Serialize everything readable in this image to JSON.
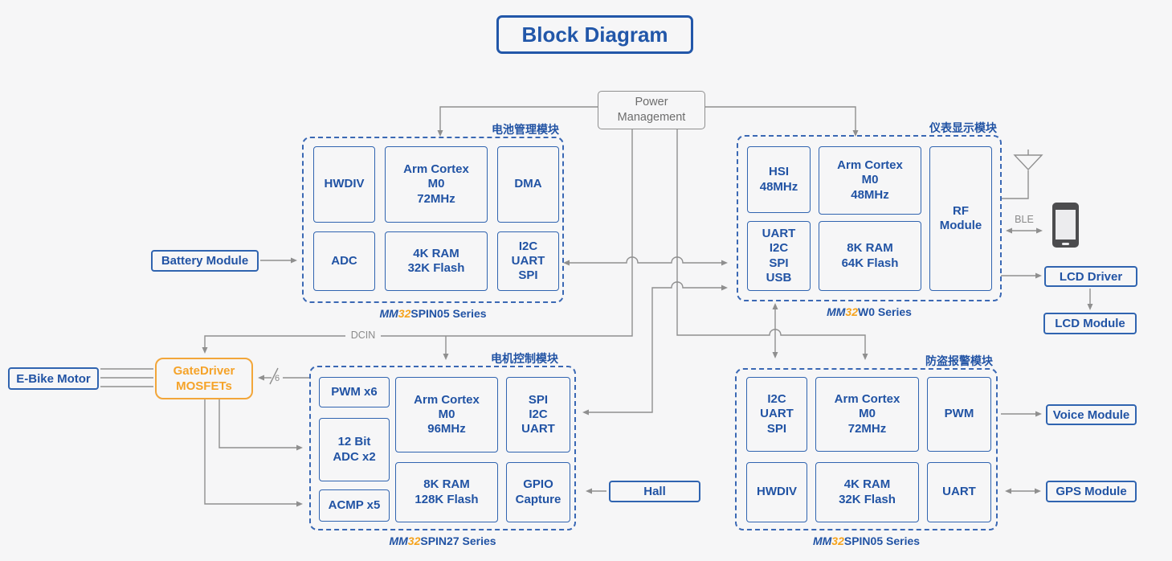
{
  "title": "Block Diagram",
  "power": {
    "label": "Power\nManagement"
  },
  "net_labels": {
    "dcin": "DCIN",
    "ble": "BLE",
    "bus_width": "6"
  },
  "modules": {
    "battery_mgmt": {
      "tag": "电池管理模块",
      "series": {
        "mm": "MM",
        "num": "32",
        "rest": "SPIN05 Series"
      },
      "cells": {
        "hwdiv": "HWDIV",
        "cortex": "Arm Cortex\nM0\n72MHz",
        "dma": "DMA",
        "adc": "ADC",
        "memory": "4K RAM\n32K Flash",
        "comms": "I2C\nUART\nSPI"
      }
    },
    "display": {
      "tag": "仪表显示模块",
      "series": {
        "mm": "MM",
        "num": "32",
        "rest": "W0 Series"
      },
      "cells": {
        "hsi": "HSI\n48MHz",
        "cortex": "Arm Cortex\nM0\n48MHz",
        "rf": "RF\nModule",
        "comms": "UART\nI2C\nSPI\nUSB",
        "memory": "8K RAM\n64K Flash"
      }
    },
    "motor_ctrl": {
      "tag": "电机控制模块",
      "series": {
        "mm": "MM",
        "num": "32",
        "rest": "SPIN27 Series"
      },
      "cells": {
        "pwm": "PWM x6",
        "adc": "12 Bit\nADC x2",
        "acmp": "ACMP x5",
        "cortex": "Arm Cortex\nM0\n96MHz",
        "memory": "8K RAM\n128K Flash",
        "comms": "SPI\nI2C\nUART",
        "gpio": "GPIO\nCapture"
      }
    },
    "alarm": {
      "tag": "防盗报警模块",
      "series": {
        "mm": "MM",
        "num": "32",
        "rest": "SPIN05 Series"
      },
      "cells": {
        "comms": "I2C\nUART\nSPI",
        "cortex": "Arm Cortex\nM0\n72MHz",
        "pwm": "PWM",
        "hwdiv": "HWDIV",
        "memory": "4K RAM\n32K Flash",
        "uart": "UART"
      }
    }
  },
  "peripherals": {
    "battery": "Battery Module",
    "ebike_motor": "E-Bike Motor",
    "gatedriver": "GateDriver\nMOSFETs",
    "hall": "Hall",
    "voice": "Voice Module",
    "gps": "GPS Module",
    "lcd_driver": "LCD Driver",
    "lcd_module": "LCD Module"
  },
  "colors": {
    "blue_text": "#2153a4",
    "blue_border": "#3064b0",
    "orange": "#f5a329",
    "line_gray": "#8f8f8f",
    "background": "#f6f6f7"
  }
}
